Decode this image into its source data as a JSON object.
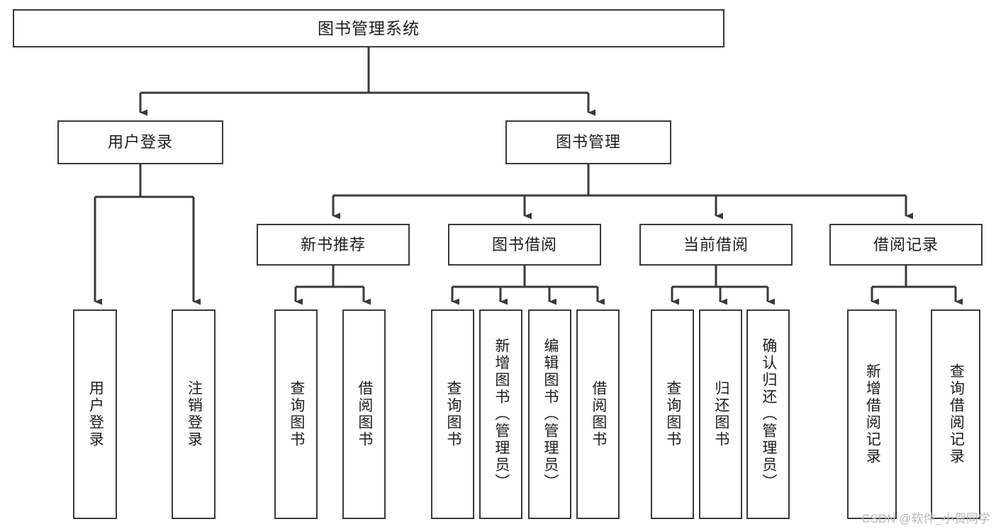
{
  "diagram": {
    "type": "tree",
    "title": "图书管理系统",
    "root": {
      "label": "图书管理系统"
    },
    "level2": [
      {
        "label": "用户登录"
      },
      {
        "label": "图书管理"
      }
    ],
    "level3": [
      {
        "label": "新书推荐"
      },
      {
        "label": "图书借阅"
      },
      {
        "label": "当前借阅"
      },
      {
        "label": "借阅记录"
      }
    ],
    "leaves": {
      "user_login": [
        {
          "label": "用户登录"
        },
        {
          "label": "注销登录"
        }
      ],
      "new_book": [
        {
          "label": "查询图书"
        },
        {
          "label": "借阅图书"
        }
      ],
      "book_borrow": [
        {
          "label": "查询图书"
        },
        {
          "label": "新增图书（管理员）"
        },
        {
          "label": "编辑图书（管理员）"
        },
        {
          "label": "借阅图书"
        }
      ],
      "current_borrow": [
        {
          "label": "查询图书"
        },
        {
          "label": "归还图书"
        },
        {
          "label": "确认归还（管理员）"
        }
      ],
      "borrow_record": [
        {
          "label": "新增借阅记录"
        },
        {
          "label": "查询借阅记录"
        }
      ]
    }
  },
  "watermark": {
    "text": "CSDN @软件_小贺同学"
  },
  "colors": {
    "stroke": "#3a3a3a",
    "text": "#1d1d1d",
    "background": "#ffffff",
    "watermark": "#b9b9b9"
  }
}
